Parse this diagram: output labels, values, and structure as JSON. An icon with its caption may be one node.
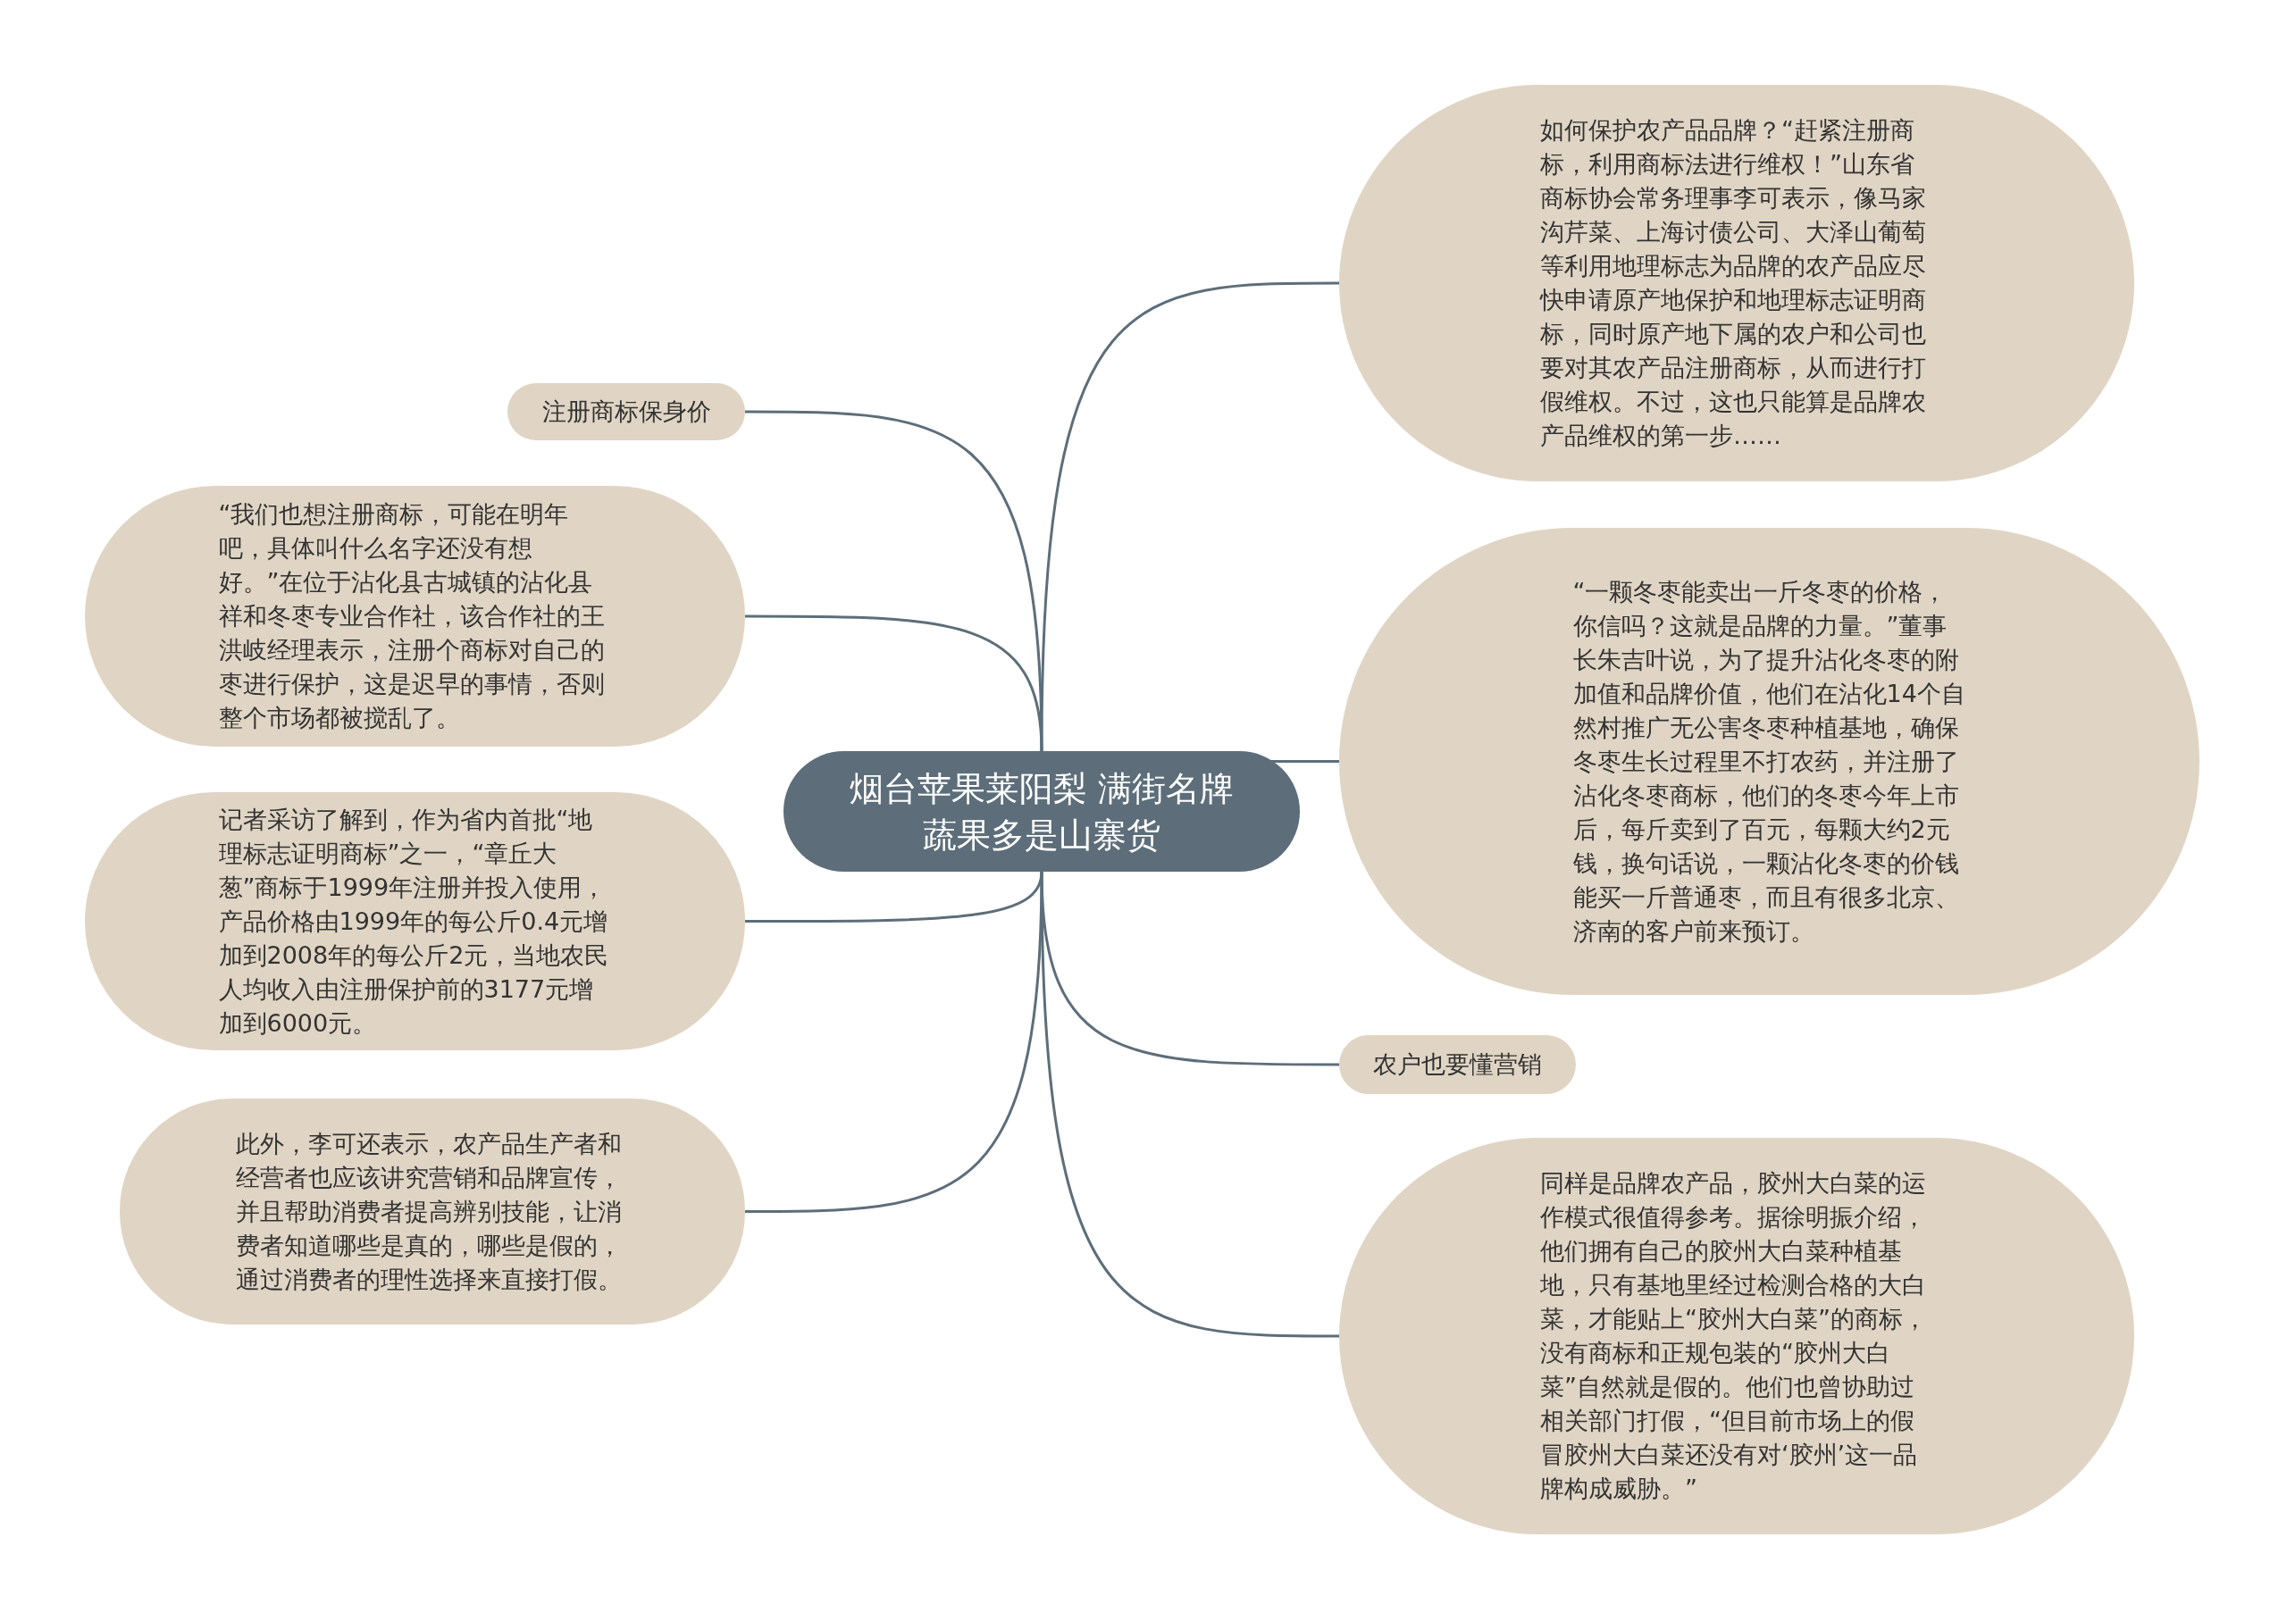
{
  "diagram": {
    "nodes": [
      {
        "text": [
          "烟台苹果莱阳梨 满街名牌蔬果多是山寨货"
        ]
      },
      {
        "text": [
          "注册商标保身价"
        ]
      },
      {
        "text": [
          "“我们也想注册商标，可能在明年吧，具体叫什么名字还没有想好。”在位于沾化县古城镇的沾化县祥和冬枣专业合作社，该合作社的王洪岐经理表示，注册个商标对自己的枣进行保护，这是迟早的事情，否则整个市场都被搅乱了。"
        ]
      },
      {
        "text": [
          "记者采访了解到，作为省内首批“地理标志证明商标”之一，“章丘大葱”商标于1999年注册并投入使用，产品价格由1999年的每公斤0.4元增加到2008年的每公斤2元，当地农民人均收入由注册保护前的3177元增加到6000元。"
        ]
      },
      {
        "text": [
          "此外，李可还表示，农产品生产者和经营者也应该讲究营销和品牌宣传，并且帮助消费者提高辨别技能，让消费者知道哪些是真的，哪些是假的，通过消费者的理性选择来直接打假。"
        ]
      },
      {
        "text": [
          "如何保护农产品品牌？“赶紧注册商标，利用商标法进行维权！”山东省商标协会常务理事李可表示，像马家沟芹菜、上海讨债公司、大泽山葡萄等利用地理标志为品牌的农产品应尽快申请原产地保护和地理标志证明商标，同时原产地下属的农户和公司也要对其农产品注册商标，从而进行打假维权。不过，这也只能算是品牌农产品维权的第一步……"
        ]
      },
      {
        "text": [
          "“一颗冬枣能卖出一斤冬枣的价格，你信吗？这就是品牌的力量。”董事长朱吉叶说，为了提升沾化冬枣的附加值和品牌价值，他们在沾化14个自然村推广无公害冬枣种植基地，确保冬枣生长过程里不打农药，并注册了沾化冬枣商标，他们的冬枣今年上市后，每斤卖到了百元，每颗大约2元钱，换句话说，一颗沾化冬枣的价钱能买一斤普通枣，而且有很多北京、济南的客户前来预订。"
        ]
      },
      {
        "text": [
          "农户也要懂营销"
        ]
      },
      {
        "text": [
          "同样是品牌农产品，胶州大白菜的运作模式很值得参考。据徐明振介绍，他们拥有自己的胶州大白菜种植基地，只有基地里经过检测合格的大白菜，才能贴上“胶州大白菜”的商标，没有商标和正规包装的“胶州大白菜”自然就是假的。他们也曾协助过相关部门打假，“但目前市场上的假冒胶州大白菜还没有对‘胶州’这一品牌构成威胁。”"
        ]
      }
    ],
    "edges": [
      {
        "from": 0,
        "to": 1,
        "arrow": "none"
      },
      {
        "from": 0,
        "to": 2,
        "arrow": "none"
      },
      {
        "from": 0,
        "to": 3,
        "arrow": "none"
      },
      {
        "from": 0,
        "to": 4,
        "arrow": "none"
      },
      {
        "from": 0,
        "to": 5,
        "arrow": "none"
      },
      {
        "from": 0,
        "to": 6,
        "arrow": "none"
      },
      {
        "from": 0,
        "to": 7,
        "arrow": "none"
      },
      {
        "from": 0,
        "to": 8,
        "arrow": "none"
      }
    ]
  }
}
